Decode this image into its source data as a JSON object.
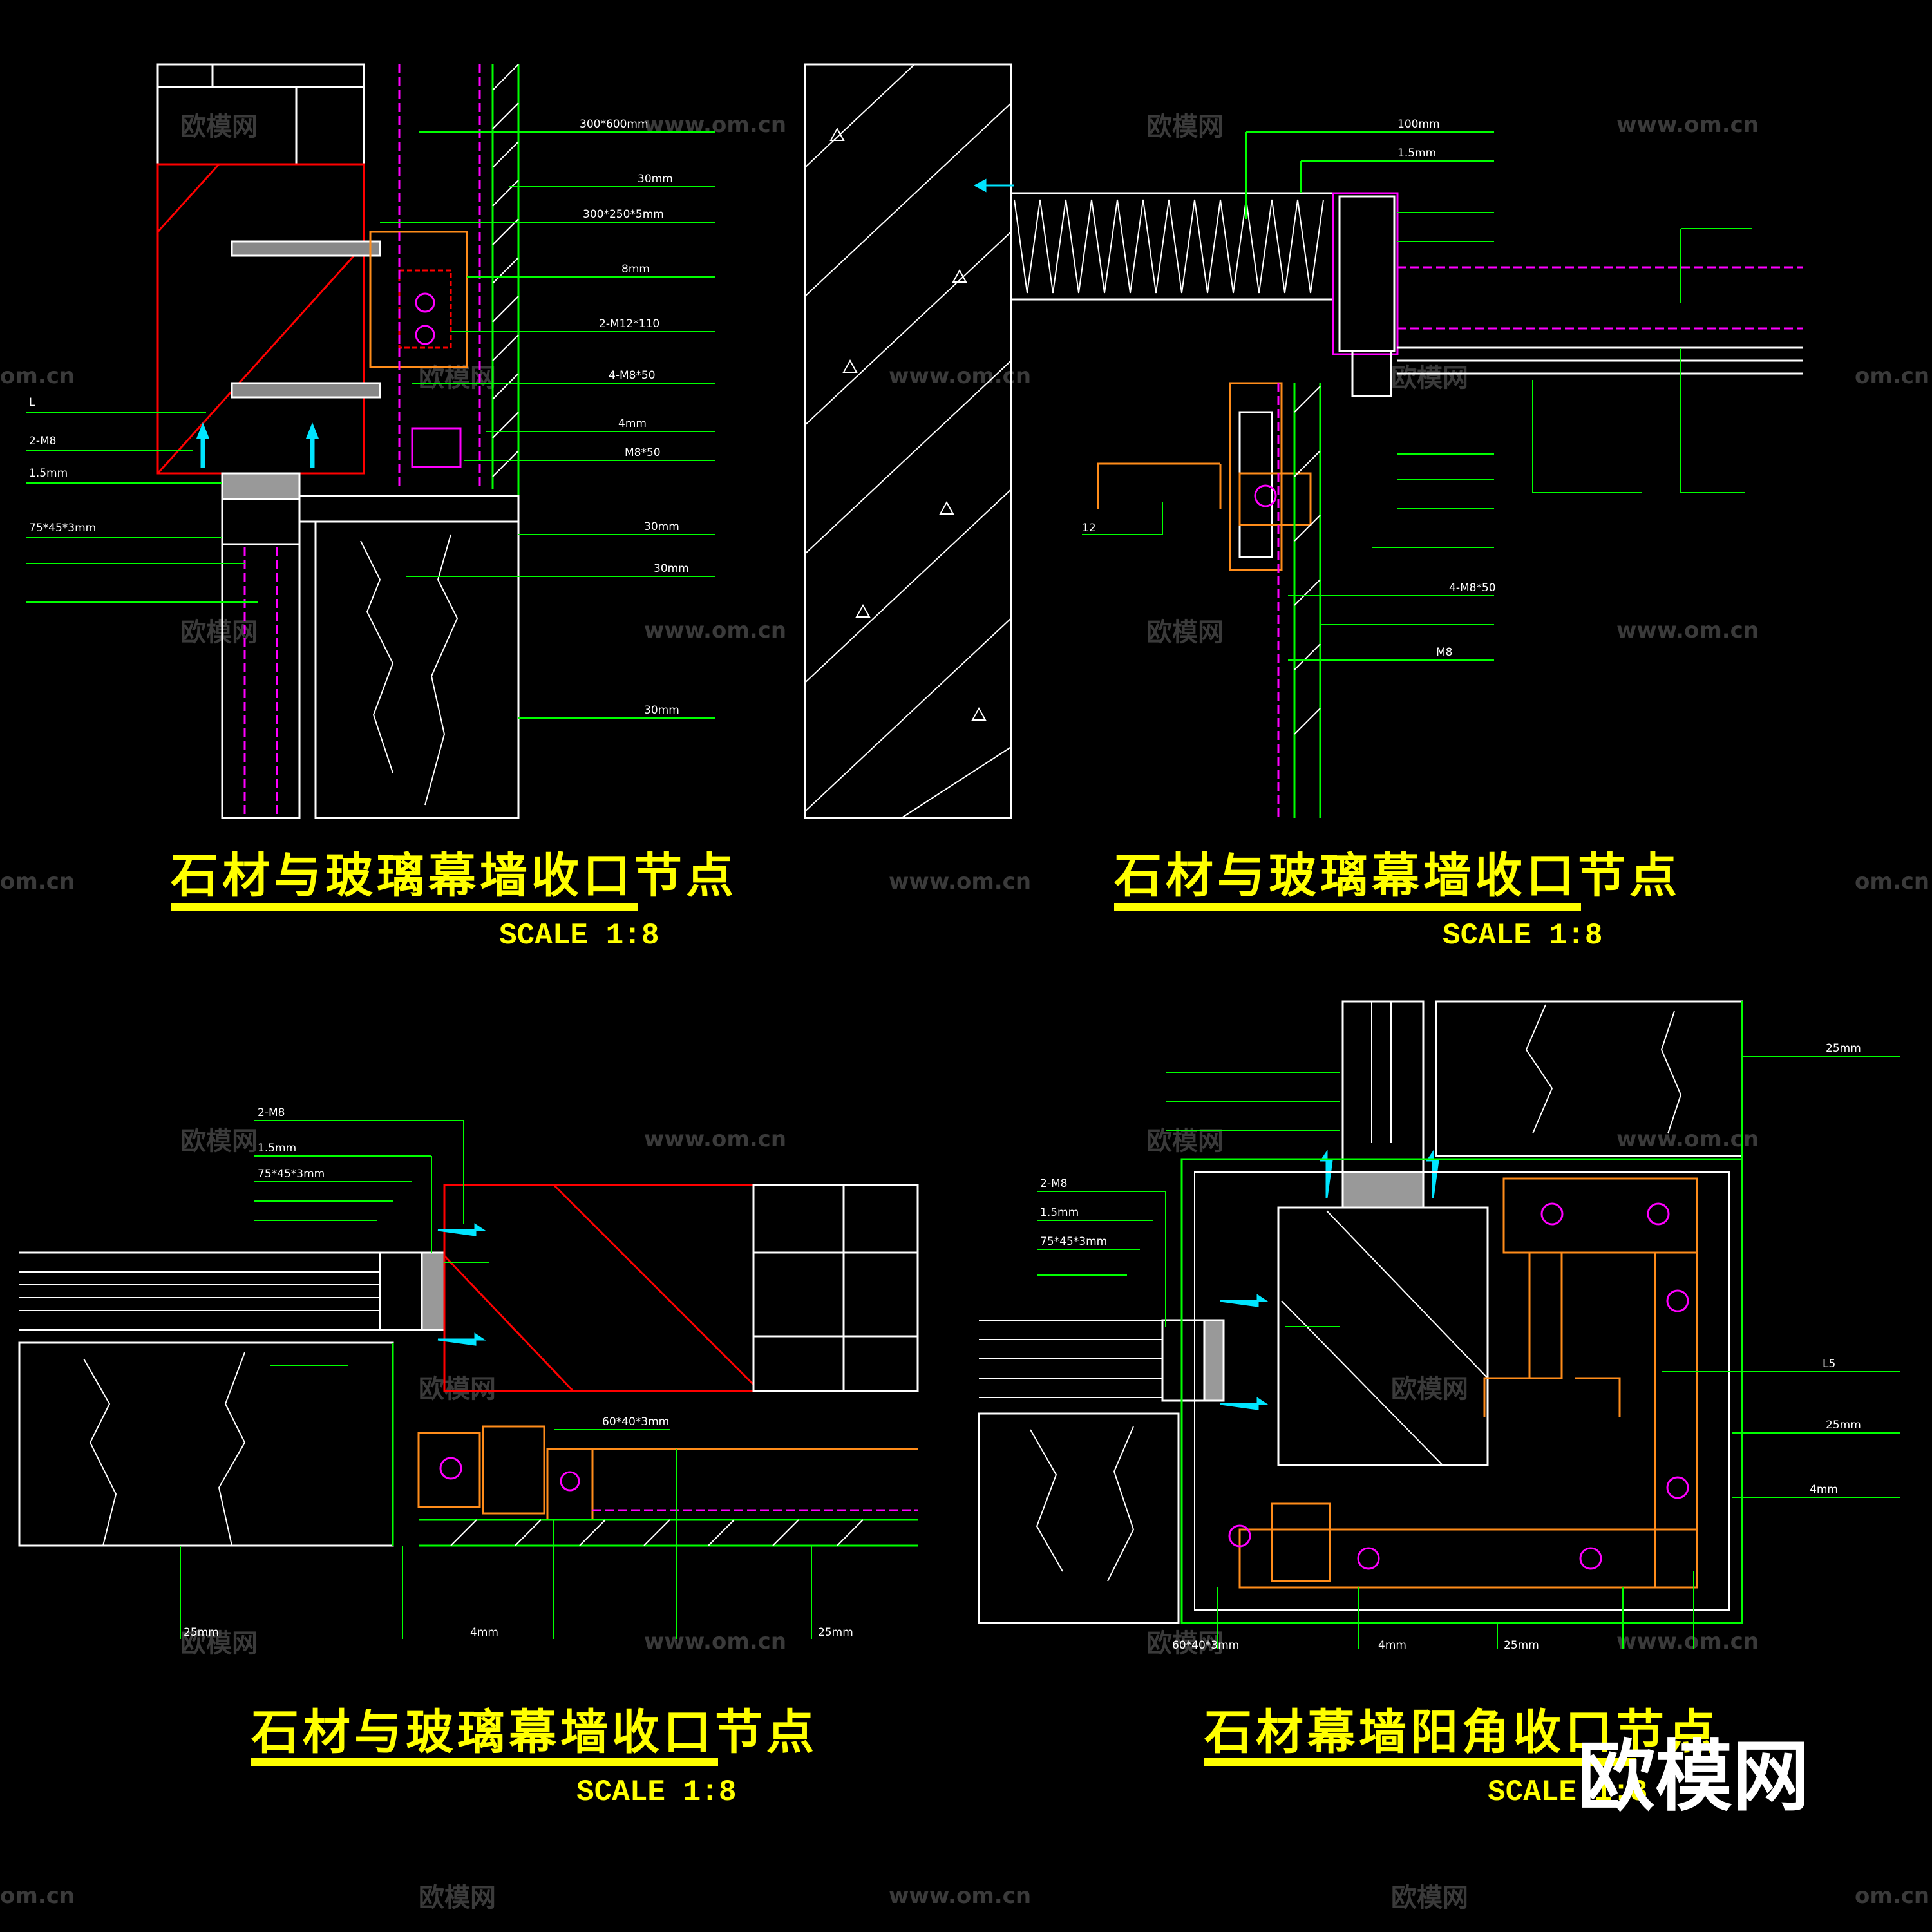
{
  "panels": [
    {
      "title": "石材与玻璃幕墙收口节点",
      "scale": "SCALE 1:8"
    },
    {
      "title": "石材与玻璃幕墙收口节点",
      "scale": "SCALE 1:8"
    },
    {
      "title": "石材与玻璃幕墙收口节点",
      "scale": "SCALE 1:8"
    },
    {
      "title": "石材幕墙阳角收口节点",
      "scale": "SCALE 1:8"
    }
  ],
  "watermark": {
    "brand": "欧模网",
    "url": "www.om.cn",
    "fragment": "om.cn"
  },
  "logo": "欧模网",
  "colors": {
    "background": "#000000",
    "title": "#ffff00",
    "leader": "#00ff00",
    "stone": "#ff0000",
    "steel": "#ff8c1a",
    "anchor": "#00e5ff",
    "glass": "#ff00ff",
    "outline": "#ffffff"
  }
}
